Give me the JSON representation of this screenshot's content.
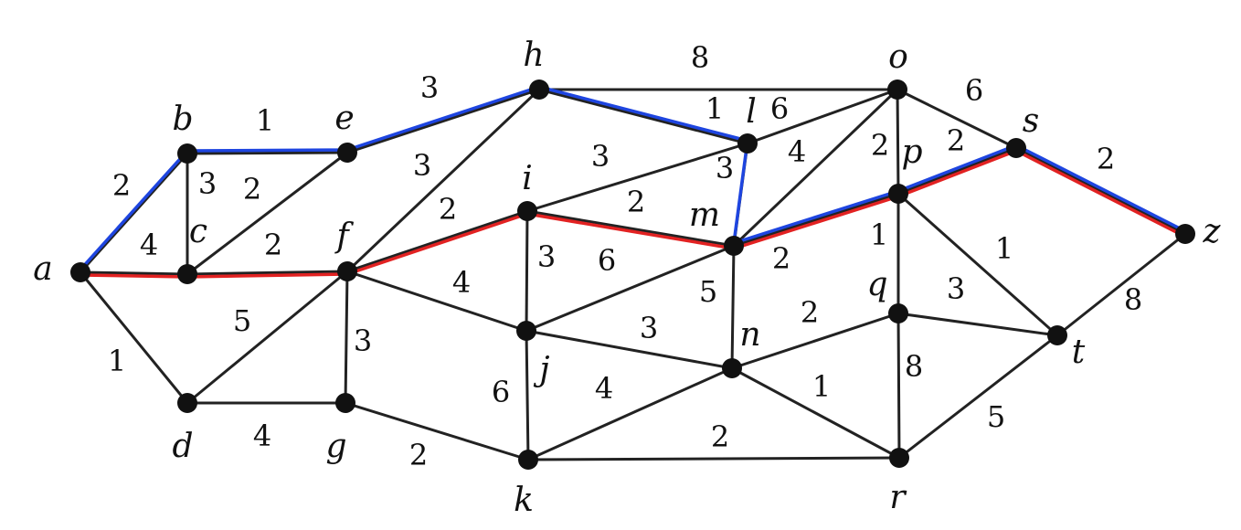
{
  "graph": {
    "nodes": [
      {
        "id": "a",
        "label": "a"
      },
      {
        "id": "b",
        "label": "b"
      },
      {
        "id": "c",
        "label": "c"
      },
      {
        "id": "d",
        "label": "d"
      },
      {
        "id": "e",
        "label": "e"
      },
      {
        "id": "f",
        "label": "f"
      },
      {
        "id": "g",
        "label": "g"
      },
      {
        "id": "h",
        "label": "h"
      },
      {
        "id": "i",
        "label": "i"
      },
      {
        "id": "j",
        "label": "j"
      },
      {
        "id": "k",
        "label": "k"
      },
      {
        "id": "l",
        "label": "l"
      },
      {
        "id": "m",
        "label": "m"
      },
      {
        "id": "n",
        "label": "n"
      },
      {
        "id": "o",
        "label": "o"
      },
      {
        "id": "p",
        "label": "p"
      },
      {
        "id": "q",
        "label": "q"
      },
      {
        "id": "r",
        "label": "r"
      },
      {
        "id": "s",
        "label": "s"
      },
      {
        "id": "t",
        "label": "t"
      },
      {
        "id": "z",
        "label": "z"
      }
    ],
    "edges": [
      {
        "from": "a",
        "to": "b",
        "weight": "2"
      },
      {
        "from": "a",
        "to": "c",
        "weight": "4"
      },
      {
        "from": "a",
        "to": "d",
        "weight": "1"
      },
      {
        "from": "b",
        "to": "e",
        "weight": "1"
      },
      {
        "from": "b",
        "to": "c",
        "weight": "3"
      },
      {
        "from": "c",
        "to": "e",
        "weight": "2"
      },
      {
        "from": "c",
        "to": "f",
        "weight": "2"
      },
      {
        "from": "d",
        "to": "f",
        "weight": "5"
      },
      {
        "from": "d",
        "to": "g",
        "weight": "4"
      },
      {
        "from": "e",
        "to": "h",
        "weight": "3"
      },
      {
        "from": "f",
        "to": "h",
        "weight": "3"
      },
      {
        "from": "f",
        "to": "i",
        "weight": "2"
      },
      {
        "from": "f",
        "to": "j",
        "weight": "4"
      },
      {
        "from": "f",
        "to": "g",
        "weight": "3"
      },
      {
        "from": "g",
        "to": "k",
        "weight": "2"
      },
      {
        "from": "h",
        "to": "o",
        "weight": "8"
      },
      {
        "from": "h",
        "to": "l",
        "weight": "1"
      },
      {
        "from": "i",
        "to": "l",
        "weight": "3"
      },
      {
        "from": "i",
        "to": "m",
        "weight": "2"
      },
      {
        "from": "i",
        "to": "j",
        "weight": "3"
      },
      {
        "from": "j",
        "to": "m",
        "weight": "6"
      },
      {
        "from": "j",
        "to": "n",
        "weight": "3"
      },
      {
        "from": "j",
        "to": "k",
        "weight": "6"
      },
      {
        "from": "k",
        "to": "n",
        "weight": "4"
      },
      {
        "from": "k",
        "to": "r",
        "weight": "2"
      },
      {
        "from": "l",
        "to": "o",
        "weight": "6"
      },
      {
        "from": "l",
        "to": "m",
        "weight": "3"
      },
      {
        "from": "m",
        "to": "o",
        "weight": "4"
      },
      {
        "from": "m",
        "to": "p",
        "weight": "2"
      },
      {
        "from": "m",
        "to": "n",
        "weight": "5"
      },
      {
        "from": "n",
        "to": "q",
        "weight": "2"
      },
      {
        "from": "n",
        "to": "r",
        "weight": "1"
      },
      {
        "from": "o",
        "to": "p",
        "weight": "2"
      },
      {
        "from": "o",
        "to": "s",
        "weight": "6"
      },
      {
        "from": "p",
        "to": "s",
        "weight": "2"
      },
      {
        "from": "p",
        "to": "q",
        "weight": "1"
      },
      {
        "from": "p",
        "to": "t",
        "weight": "1"
      },
      {
        "from": "q",
        "to": "t",
        "weight": "3"
      },
      {
        "from": "q",
        "to": "r",
        "weight": "8"
      },
      {
        "from": "r",
        "to": "t",
        "weight": "5"
      },
      {
        "from": "s",
        "to": "z",
        "weight": "2"
      },
      {
        "from": "t",
        "to": "z",
        "weight": "8"
      }
    ],
    "highlighted_paths": [
      {
        "color": "#1e45e0",
        "nodes": [
          "a",
          "b",
          "e",
          "h",
          "l",
          "m",
          "p",
          "s",
          "z"
        ]
      },
      {
        "color": "#e22222",
        "nodes": [
          "a",
          "c",
          "f",
          "i",
          "m",
          "p",
          "s",
          "z"
        ]
      }
    ]
  }
}
